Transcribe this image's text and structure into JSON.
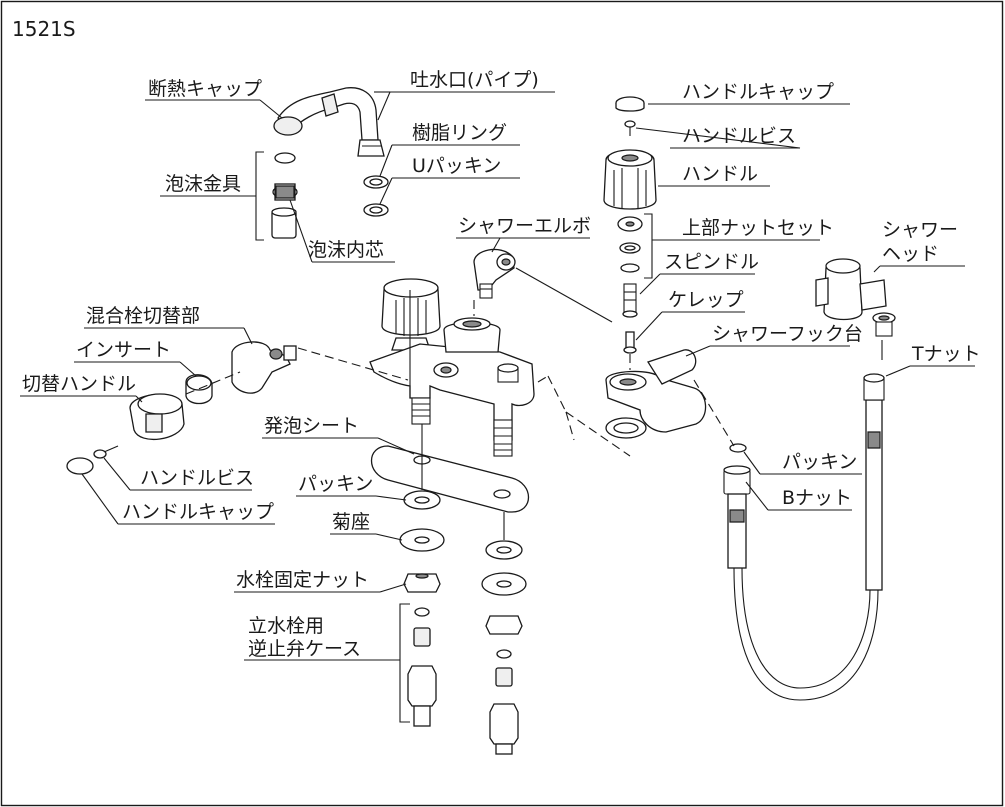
{
  "model": "1521S",
  "labels": {
    "dannetsu_cap": "断熱キャップ",
    "tosuikou": "吐水口(パイプ)",
    "jushi_ring": "樹脂リング",
    "u_packing": "Uパッキン",
    "houmatsu_kanagu": "泡沫金具",
    "houmatsu_naishin": "泡沫内芯",
    "handle_cap_top": "ハンドルキャップ",
    "handle_screw_top": "ハンドルビス",
    "handle": "ハンドル",
    "jobu_nut_set": "上部ナットセット",
    "spindle": "スピンドル",
    "kerepp": "ケレップ",
    "shower_elbow": "シャワーエルボ",
    "shower_head": "シャワー\nヘッド",
    "shower_head_l1": "シャワー",
    "shower_head_l2": "ヘッド",
    "t_nut": "Tナット",
    "shower_hook_base": "シャワーフック台",
    "konbousen_kirikae": "混合栓切替部",
    "insert": "インサート",
    "kirikae_handle": "切替ハンドル",
    "handle_screw_left": "ハンドルビス",
    "handle_cap_left": "ハンドルキャップ",
    "happou_sheet": "発泡シート",
    "packing_left": "パッキン",
    "kikuza": "菊座",
    "suisen_kotei_nut": "水栓固定ナット",
    "tatesuisen_l1": "立水栓用",
    "tatesuisen_l2": "逆止弁ケース",
    "packing_right": "パッキン",
    "b_nut": "Bナット"
  },
  "icons": [
    "faucet-diagram"
  ]
}
